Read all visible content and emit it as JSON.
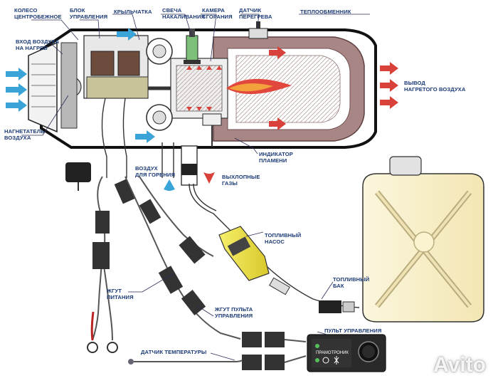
{
  "labels": {
    "impeller": [
      "КОЛЕСО",
      "ЦЕНТРОБЕЖНОЕ"
    ],
    "control_unit": [
      "БЛОК",
      "УПРАВЛЕНИЯ"
    ],
    "impeller_wheel": [
      "КРЫЛЬЧАТКА"
    ],
    "glow_plug": [
      "СВЕЧА",
      "НАКАЛИВАНИЯ"
    ],
    "combustion_chamber": [
      "КАМЕРА",
      "СГОРАНИЯ"
    ],
    "overheat_sensor": [
      "ДАТЧИК",
      "ПЕРЕГРЕВА"
    ],
    "heat_exchanger": [
      "ТЕПЛООБМЕННИК"
    ],
    "air_inlet": [
      "ВХОД ВОЗДУХА",
      "НА НАГРЕВ"
    ],
    "air_outlet": [
      "ВЫВОД",
      "НАГРЕТОГО ВОЗДУХА"
    ],
    "air_blower": [
      "НАГНЕТАТЕЛЬ",
      "ВОЗДУХА"
    ],
    "flame_indicator": [
      "ИНДИКАТОР",
      "ПЛАМЕНИ"
    ],
    "combustion_air": [
      "ВОЗДУХ",
      "ДЛЯ ГОРЕНИЯ"
    ],
    "exhaust": [
      "ВЫХЛОПНЫЕ",
      "ГАЗЫ"
    ],
    "fuel_pump": [
      "ТОПЛИВНЫЙ",
      "НАСОС"
    ],
    "fuel_tank": [
      "ТОПЛИВНЫЙ",
      "БАК"
    ],
    "power_harness": [
      "ЖГУТ",
      "ПИТАНИЯ"
    ],
    "panel_harness": [
      "ЖГУТ ПУЛЬТА",
      "УПРАВЛЕНИЯ"
    ],
    "control_panel": [
      "ПУЛЬТ УПРАВЛЕНИЯ"
    ],
    "temp_sensor": [
      "ДАТЧИК ТЕМПЕРАТУРЫ"
    ]
  },
  "panel_brand": "ПРАМОТРОНИК",
  "watermark": "Avito",
  "colors": {
    "label": "#1b3a78",
    "arrow_cold": "#3aa3d8",
    "arrow_hot": "#d9413b",
    "heat_exchanger": "#a98686",
    "fuel_pump": "#f0e84a",
    "fuel_tank": "#fbf3cf",
    "leader": "#2a2f57"
  },
  "icons": [
    "fan-icon",
    "flame-icon",
    "flake-icon",
    "knob-icon"
  ]
}
